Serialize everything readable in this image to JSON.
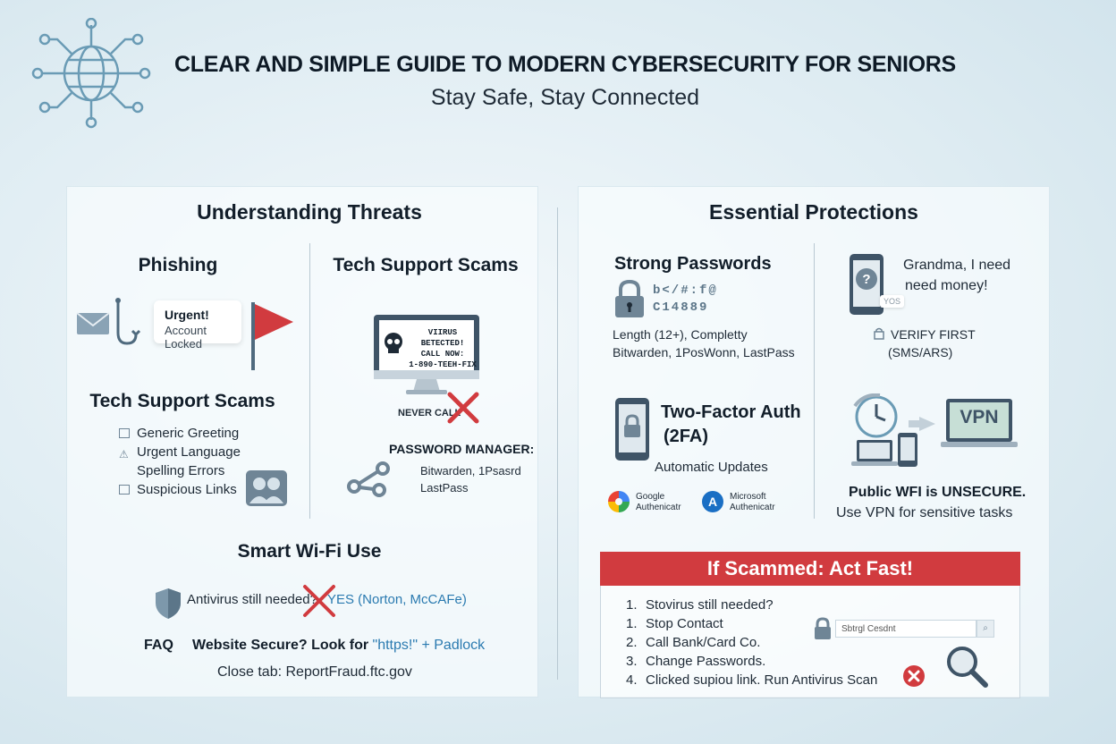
{
  "header": {
    "title": "CLEAR AND SIMPLE GUIDE TO MODERN CYBERSECURITY FOR SENIORS",
    "subtitle": "Stay Safe, Stay Connected"
  },
  "threats": {
    "title": "Understanding Threats",
    "phishing": {
      "title": "Phishing",
      "bubble_title": "Urgent!",
      "bubble_text": "Account Locked"
    },
    "tech_left": {
      "title": "Tech Support Scams",
      "items": [
        "Generic Greeting",
        "Urgent Language",
        "Spelling Errors",
        "Suspicious Links"
      ]
    },
    "tech_right": {
      "title": "Tech Support Scams",
      "screen_lines": [
        "VIIRUS BETECTED!",
        "CALL NOW:",
        "1-890-TEEH-FIX"
      ],
      "never_call": "NEVER CALL",
      "pm_title": "PASSWORD MANAGER:",
      "pm_line1": "Bitwarden, 1Psasrd",
      "pm_line2": "LastPass"
    },
    "wifi": {
      "title": "Smart Wi-Fi Use",
      "antivirus_text": "Antivirus still needed?",
      "antivirus_answer": "YES (Norton, McCAFe)",
      "faq_label": "FAQ",
      "faq_question": "Website Secure? Look for",
      "faq_answer": "\"https!\" + Padlock",
      "close_tab": "Close tab: ReportFraud.ftc.gov"
    }
  },
  "protections": {
    "title": "Essential Protections",
    "passwords": {
      "title": "Strong Passwords",
      "sample1": "b</#:f@",
      "sample2": "C14889",
      "line1": "Length (12+), Completty",
      "line2": "Bitwarden, 1PosWonn, LastPass"
    },
    "sms": {
      "message1": "Grandma, I need",
      "message2": "need money!",
      "badge": "YOS",
      "verify1": "VERIFY FIRST",
      "verify2": "(SMS/ARS)"
    },
    "twofa": {
      "title1": "Two-Factor Auth",
      "title2": "(2FA)",
      "auto_updates": "Automatic Updates",
      "app1_line1": "Google",
      "app1_line2": "Authenicatr",
      "app2_line1": "Microsoft",
      "app2_line2": "Authenicatr"
    },
    "vpn": {
      "label": "VPN",
      "line1": "Public WFI is UNSECURE.",
      "line2": "Use VPN for sensitive tasks"
    },
    "scammed": {
      "title": "If Scammed: Act Fast!",
      "items": [
        {
          "num": "1.",
          "text": "Stovirus still needed?"
        },
        {
          "num": "1.",
          "text": "Stop Contact"
        },
        {
          "num": "2.",
          "text": "Call Bank/Card Co."
        },
        {
          "num": "3.",
          "text": "Change Passwords."
        },
        {
          "num": "4.",
          "text": "Clicked supiou link. Run Antivirus Scan"
        }
      ],
      "search_placeholder": "Sbtrgl Cesdnt"
    }
  },
  "colors": {
    "accent_red": "#d13b3f",
    "icon_slate": "#6f8596",
    "icon_teal": "#6a9bb5"
  }
}
